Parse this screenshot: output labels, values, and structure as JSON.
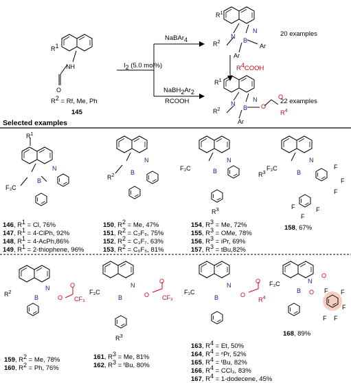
{
  "top": {
    "start_r1": "R",
    "start_r1_sup": "1",
    "start_nh": "NH",
    "start_r2_def": "R",
    "start_r2_def_sup": "2",
    "start_r2_def_rest": " = Rf, Me, Ph",
    "start_id": "145",
    "reagent_top": "NaBAr",
    "reagent_top_sub": "4",
    "catalyst": "I",
    "catalyst_sub": "2",
    "catalyst_rest": " (5.0 mol%)",
    "reagent_bottom": "NaBH",
    "reagent_bottom_sub": "2",
    "reagent_bottom_mid": "Ar",
    "reagent_bottom_sub2": "2",
    "reagent_bottom2": "RCOOH",
    "r4cooh": "R",
    "r4cooh_sup": "4",
    "r4cooh_rest": "COOH",
    "examples_top": "20 examples",
    "examples_bottom": "22 examples",
    "ar": "Ar"
  },
  "section_title": "Selected examples",
  "groups": [
    {
      "items": [
        {
          "num": "146",
          "text": ", R",
          "sup": "1",
          "rest": " = Cl, 76%"
        },
        {
          "num": "147",
          "text": ", R",
          "sup": "1",
          "rest": " = 4-ClPh, 92%"
        },
        {
          "num": "148",
          "text": ", R",
          "sup": "1",
          "rest": " = 4-AcPh,86%"
        },
        {
          "num": "149",
          "text": ", R",
          "sup": "1",
          "rest": " = 2-thiophene, 96%"
        }
      ]
    },
    {
      "items": [
        {
          "num": "150",
          "text": ", R",
          "sup": "2",
          "rest": " = Me, 47%"
        },
        {
          "num": "151",
          "text": ", R",
          "sup": "2",
          "rest": " = C₂F₅, 75%"
        },
        {
          "num": "152",
          "text": ", R",
          "sup": "2",
          "rest": " = C₃F₇, 63%"
        },
        {
          "num": "153",
          "text": ", R",
          "sup": "2",
          "rest": " = C₆F₅, 81%"
        }
      ]
    },
    {
      "items": [
        {
          "num": "154",
          "text": ", R",
          "sup": "3",
          "rest": " = Me, 72%"
        },
        {
          "num": "155",
          "text": ", R",
          "sup": "3",
          "rest": " = OMe, 78%"
        },
        {
          "num": "156",
          "text": ", R",
          "sup": "3",
          "rest": " = iPr, 69%"
        },
        {
          "num": "157",
          "text": ", R",
          "sup": "3",
          "rest": " = tBu,82%"
        }
      ]
    },
    {
      "items": [
        {
          "num": "158",
          "text": ", 67%",
          "sup": "",
          "rest": ""
        }
      ]
    },
    {
      "items": [
        {
          "num": "159",
          "text": ", R",
          "sup": "2",
          "rest": " = Me, 78%"
        },
        {
          "num": "160",
          "text": ", R",
          "sup": "2",
          "rest": " = Ph, 76%"
        }
      ]
    },
    {
      "items": [
        {
          "num": "161",
          "text": ", R",
          "sup": "3",
          "rest": " = Me, 81%"
        },
        {
          "num": "162",
          "text": ", R",
          "sup": "3",
          "rest": " = ᵗBu, 80%"
        }
      ]
    },
    {
      "items": [
        {
          "num": "163",
          "text": ", R",
          "sup": "4",
          "rest": " = Et, 50%"
        },
        {
          "num": "164",
          "text": ", R",
          "sup": "4",
          "rest": " = ⁿPr, 52%"
        },
        {
          "num": "165",
          "text": ", R",
          "sup": "4",
          "rest": " = ᵗBu, 82%"
        },
        {
          "num": "166",
          "text": ", R",
          "sup": "4",
          "rest": " = CCl₃, 83%"
        },
        {
          "num": "167",
          "text": ", R",
          "sup": "4",
          "rest": " = 1-dodecene, 45%"
        }
      ]
    },
    {
      "items": [
        {
          "num": "168",
          "text": ", 89%",
          "sup": "",
          "rest": ""
        }
      ]
    }
  ],
  "atoms": {
    "N": "N",
    "B": "B",
    "F3C": "F₃C",
    "F": "F",
    "O": "O",
    "plus": "⊕",
    "minus": "⊖",
    "R1": "R",
    "R2": "R",
    "R3": "R",
    "R4": "R",
    "CF3": "CF₃",
    "sup1": "1",
    "sup2": "2",
    "sup3": "3",
    "sup4": "4"
  },
  "colors": {
    "red": "#d0021b",
    "blue": "#1a1aa6",
    "highlight": "#f4b8a6"
  }
}
